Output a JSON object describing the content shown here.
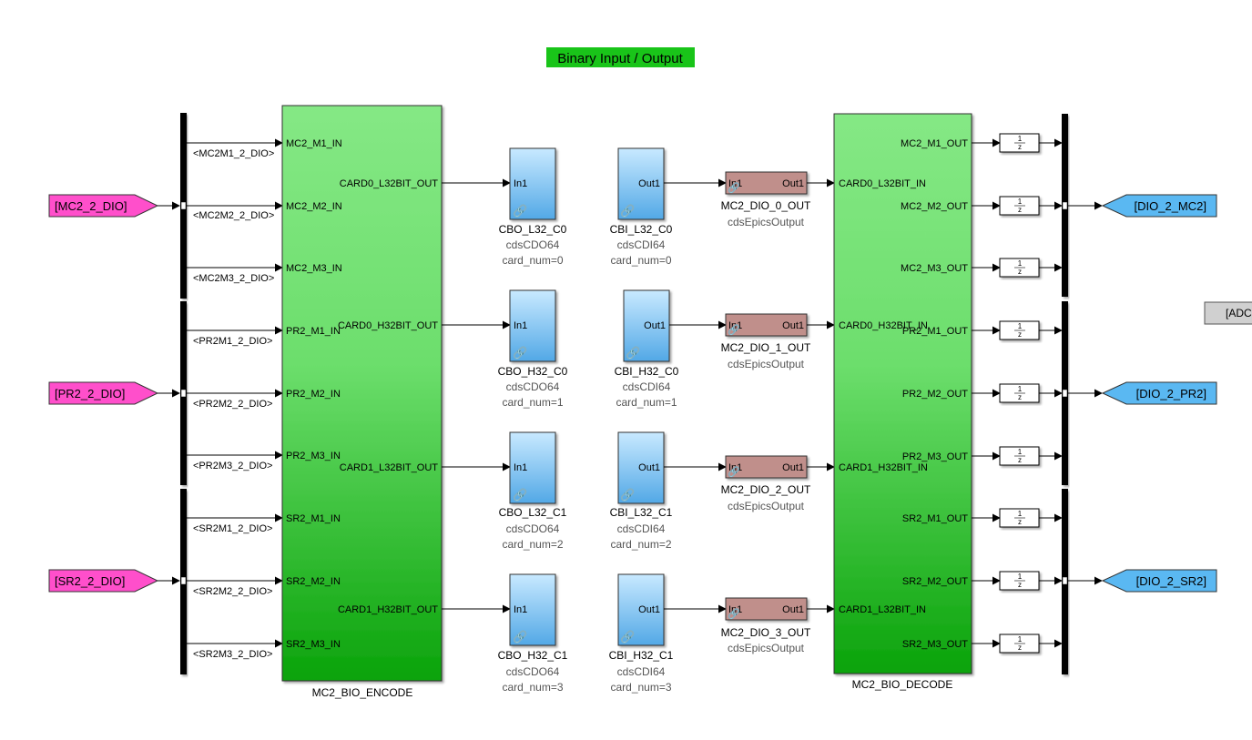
{
  "title": "Binary Input / Output",
  "colors": {
    "goto_tag_fill": "#ff4fcb",
    "from_tag_fill": "#5ab8f2",
    "title_bg": "#19c419",
    "subsystem_top": "#85e885",
    "subsystem_bottom": "#0aa30a",
    "card_block_top": "#c4e7ff",
    "card_block_bottom": "#55ace8",
    "epics_block": "#c08f8b",
    "bus_bar": "#000000"
  },
  "input_tags": [
    "[MC2_2_DIO]",
    "[PR2_2_DIO]",
    "[SR2_2_DIO]"
  ],
  "output_tags": [
    "[DIO_2_MC2]",
    "[DIO_2_PR2]",
    "[DIO_2_SR2]"
  ],
  "offscreen_tag": "[ADC",
  "bus_signals": [
    "<MC2M1_2_DIO>",
    "<MC2M2_2_DIO>",
    "<MC2M3_2_DIO>",
    "<PR2M1_2_DIO>",
    "<PR2M2_2_DIO>",
    "<PR2M3_2_DIO>",
    "<SR2M1_2_DIO>",
    "<SR2M2_2_DIO>",
    "<SR2M3_2_DIO>"
  ],
  "encode": {
    "name": "MC2_BIO_ENCODE",
    "inputs": [
      "MC2_M1_IN",
      "MC2_M2_IN",
      "MC2_M3_IN",
      "PR2_M1_IN",
      "PR2_M2_IN",
      "PR2_M3_IN",
      "SR2_M1_IN",
      "SR2_M2_IN",
      "SR2_M3_IN"
    ],
    "outputs": [
      "CARD0_L32BIT_OUT",
      "CARD0_H32BIT_OUT",
      "CARD1_L32BIT_OUT",
      "CARD1_H32BIT_OUT"
    ]
  },
  "decode": {
    "name": "MC2_BIO_DECODE",
    "inputs": [
      "CARD0_L32BIT_IN",
      "CARD0_H32BIT_IN",
      "CARD1_H32BIT_IN",
      "CARD1_L32BIT_IN"
    ],
    "outputs": [
      "MC2_M1_OUT",
      "MC2_M2_OUT",
      "MC2_M3_OUT",
      "PR2_M1_OUT",
      "PR2_M2_OUT",
      "PR2_M3_OUT",
      "SR2_M1_OUT",
      "SR2_M2_OUT",
      "SR2_M3_OUT"
    ]
  },
  "cdo_blocks": [
    {
      "port": "In1",
      "name": "CBO_L32_C0",
      "type": "cdsCDO64",
      "param": "card_num=0"
    },
    {
      "port": "In1",
      "name": "CBO_H32_C0",
      "type": "cdsCDO64",
      "param": "card_num=1"
    },
    {
      "port": "In1",
      "name": "CBO_L32_C1",
      "type": "cdsCDO64",
      "param": "card_num=2"
    },
    {
      "port": "In1",
      "name": "CBO_H32_C1",
      "type": "cdsCDO64",
      "param": "card_num=3"
    }
  ],
  "cdi_blocks": [
    {
      "port": "Out1",
      "name": "CBI_L32_C0",
      "type": "cdsCDI64",
      "param": "card_num=0"
    },
    {
      "port": "Out1",
      "name": "CBI_H32_C0",
      "type": "cdsCDI64",
      "param": "card_num=1"
    },
    {
      "port": "Out1",
      "name": "CBI_L32_C1",
      "type": "cdsCDI64",
      "param": "card_num=2"
    },
    {
      "port": "Out1",
      "name": "CBI_H32_C1",
      "type": "cdsCDI64",
      "param": "card_num=3"
    }
  ],
  "epics_blocks": [
    {
      "in_port": "In1",
      "out_port": "Out1",
      "name": "MC2_DIO_0_OUT",
      "type": "cdsEpicsOutput"
    },
    {
      "in_port": "In1",
      "out_port": "Out1",
      "name": "MC2_DIO_1_OUT",
      "type": "cdsEpicsOutput"
    },
    {
      "in_port": "In1",
      "out_port": "Out1",
      "name": "MC2_DIO_2_OUT",
      "type": "cdsEpicsOutput"
    },
    {
      "in_port": "In1",
      "out_port": "Out1",
      "name": "MC2_DIO_3_OUT",
      "type": "cdsEpicsOutput"
    }
  ],
  "delay_block": {
    "numerator": "1",
    "denominator": "z"
  }
}
